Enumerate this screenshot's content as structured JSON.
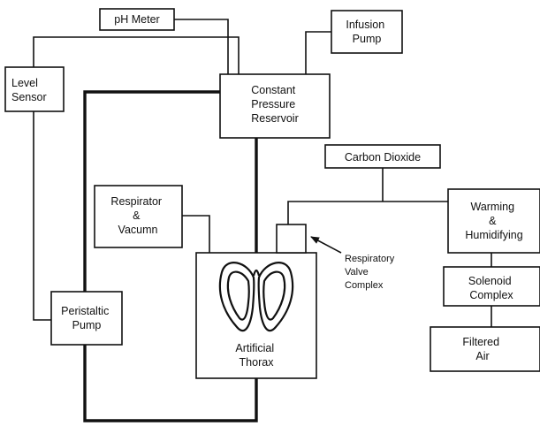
{
  "nodes": {
    "ph_meter": {
      "lines": [
        "pH Meter"
      ]
    },
    "infusion_pump": {
      "lines": [
        "Infusion",
        "Pump"
      ]
    },
    "level_sensor": {
      "lines": [
        "Level",
        "Sensor"
      ]
    },
    "reservoir": {
      "lines": [
        "Constant",
        "Pressure",
        "Reservoir"
      ]
    },
    "carbon_dioxide": {
      "lines": [
        "Carbon Dioxide"
      ]
    },
    "respirator": {
      "lines": [
        "Respirator",
        "&",
        "Vacumn"
      ]
    },
    "warming": {
      "lines": [
        "Warming",
        "&",
        "Humidifying"
      ]
    },
    "solenoid": {
      "lines": [
        "Solenoid",
        "Complex"
      ]
    },
    "filtered_air": {
      "lines": [
        "Filtered",
        "Air"
      ]
    },
    "peristaltic_pump": {
      "lines": [
        "Peristaltic",
        "Pump"
      ]
    },
    "artificial_thorax": {
      "lines": [
        "Artificial",
        "Thorax"
      ]
    }
  },
  "annotations": {
    "valve": {
      "lines": [
        "Respiratory",
        "Valve",
        "Complex"
      ]
    }
  }
}
